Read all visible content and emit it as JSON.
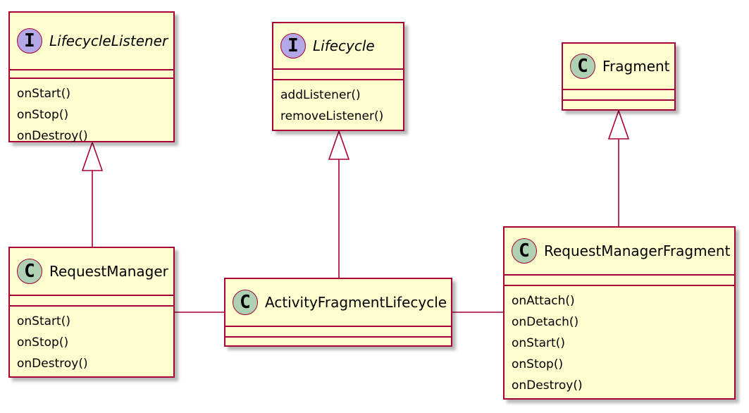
{
  "colors": {
    "class_fill": "#FEFECE",
    "border": "#A80036",
    "interface_badge": "#B4A7E5",
    "class_badge": "#ADD1B2"
  },
  "classes": {
    "lifecycle_listener": {
      "stereotype": "I",
      "name": "LifecycleListener",
      "methods": [
        "onStart()",
        "onStop()",
        "onDestroy()"
      ]
    },
    "lifecycle": {
      "stereotype": "I",
      "name": "Lifecycle",
      "methods": [
        "addListener()",
        "removeListener()"
      ]
    },
    "fragment": {
      "stereotype": "C",
      "name": "Fragment",
      "methods": []
    },
    "request_manager": {
      "stereotype": "C",
      "name": "RequestManager",
      "methods": [
        "onStart()",
        "onStop()",
        "onDestroy()"
      ]
    },
    "activity_fragment_lifecycle": {
      "stereotype": "C",
      "name": "ActivityFragmentLifecycle",
      "methods": []
    },
    "request_manager_fragment": {
      "stereotype": "C",
      "name": "RequestManagerFragment",
      "methods": [
        "onAttach()",
        "onDetach()",
        "onStart()",
        "onStop()",
        "onDestroy()"
      ]
    }
  },
  "relations": [
    {
      "type": "generalization",
      "from": "request_manager",
      "to": "lifecycle_listener"
    },
    {
      "type": "generalization",
      "from": "activity_fragment_lifecycle",
      "to": "lifecycle"
    },
    {
      "type": "generalization",
      "from": "request_manager_fragment",
      "to": "fragment"
    },
    {
      "type": "association",
      "from": "request_manager",
      "to": "activity_fragment_lifecycle"
    },
    {
      "type": "association",
      "from": "activity_fragment_lifecycle",
      "to": "request_manager_fragment"
    }
  ]
}
